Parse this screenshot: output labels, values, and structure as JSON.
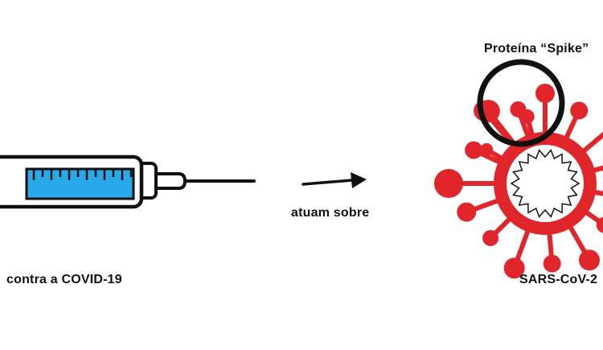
{
  "labels": {
    "vaccine": "contra a COVID-19",
    "action": "atuam sobre",
    "spike": "Proteína “Spike”",
    "virus": "SARS-CoV-2"
  },
  "colors": {
    "virus_red": "#e0262a",
    "liquid_blue": "#29a9e8",
    "outline": "#111111",
    "background": "#ffffff"
  },
  "icons": [
    "syringe-icon",
    "arrow-icon",
    "coronavirus-icon",
    "highlight-circle"
  ]
}
